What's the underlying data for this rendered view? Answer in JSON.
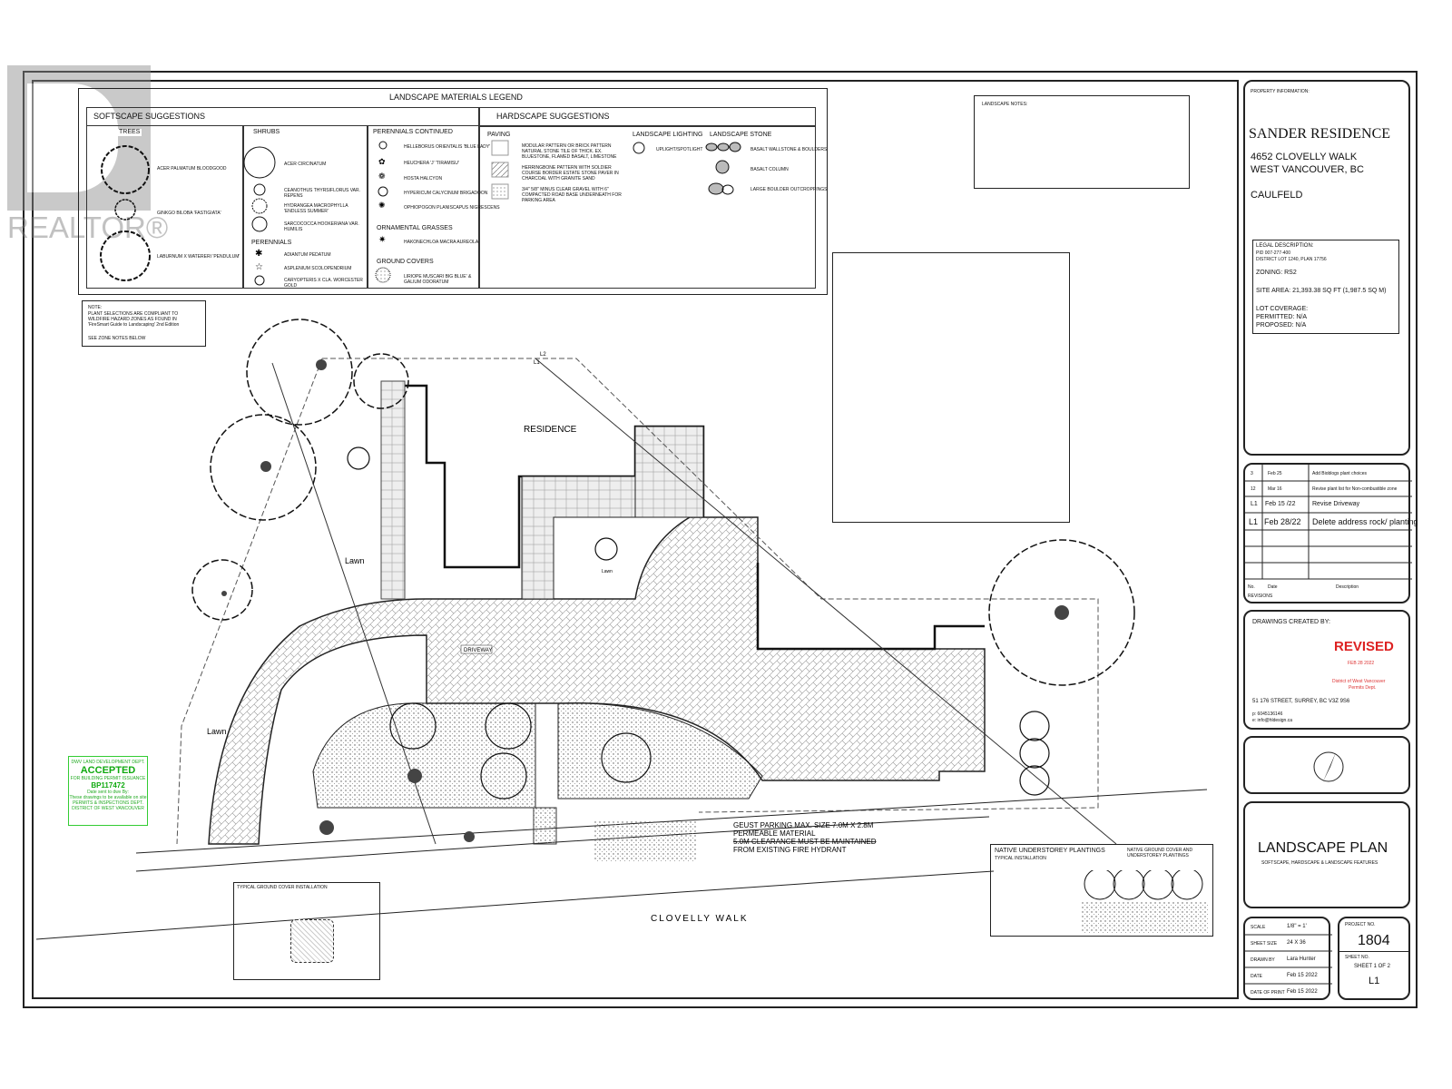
{
  "watermark": "REALTOR®",
  "legend": {
    "title": "LANDSCAPE MATERIALS LEGEND",
    "softscape": "SOFTSCAPE SUGGESTIONS",
    "trees_header": "TREES",
    "trees": [
      "ACER PALMATUM BLOODGOOD",
      "GINKGO BILOBA 'FASTIGIATA'",
      "LABURNUM X WATERERI 'PENDULUM'"
    ],
    "shrubs_header": "SHRUBS",
    "shrubs": [
      "ACER CIRCINATUM",
      "CEANOTHUS THYRSIFLORUS VAR. REPENS",
      "HYDRANGEA MACROPHYLLA 'ENDLESS SUMMER'",
      "SARCOCOCCA HOOKERIANA VAR. HUMILIS"
    ],
    "perennials_header": "PERENNIALS",
    "perennials": [
      "ADIANTUM PEDATUM",
      "ASPLENIUM SCOLOPENDRIUM",
      "CARYOPTERIS X CLA. WORCESTER GOLD"
    ],
    "perennials2_header": "PERENNIALS continued",
    "perennials2": [
      "HELLEBORUS ORIENTALIS 'BLUE LADY'",
      "HEUCHERA 'J' 'TIRAMISU'",
      "HOSTA HALCYON",
      "HYPERICUM CALYCINUM BRIGADOON",
      "OPHIOPOGON PLANISCAPUS NIGRESCENS"
    ],
    "grasses_header": "ORNAMENTAL GRASSES",
    "grasses": [
      "HAKONECHLOA MACRA AUREOLA"
    ],
    "groundcovers_header": "GROUND COVERS",
    "groundcovers": [
      "LIRIOPE MUSCARI BIG BLUE' & GALIUM ODORATUM"
    ],
    "hardscape": "HARDSCAPE SUGGESTIONS",
    "paving_header": "PAVING",
    "paving": [
      "MODULAR PATTERN OR BRICK PATTERN NATURAL STONE TILE OF THICK. EX. BLUESTONE, FLAMED BASALT, LIMESTONE",
      "HERRINGBONE PATTERN WITH SOLDIER COURSE BORDER ESTATE STONE PAVER IN CHARCOAL WITH GRANITE SAND",
      "3/4\" 5/8\" MINUS CLEAR GRAVEL WITH 6\" COMPACTED ROAD BASE UNDERNEATH FOR PARKING AREA"
    ],
    "lighting_header": "LANDSCAPE LIGHTING",
    "lighting": [
      "UPLIGHT/SPOTLIGHT"
    ],
    "stone_header": "LANDSCAPE STONE",
    "stone": [
      "BASALT WALLSTONE & BOULDERS",
      "BASALT COLUMN",
      "LARGE BOULDER OUTCROPPINGS"
    ]
  },
  "landscape_notes": "LANDSCAPE NOTES:",
  "note": [
    "NOTE:",
    "PLANT SELECTIONS ARE COMPLIANT TO",
    "WILDFIRE HAZARD ZONES AS FOUND IN",
    "'FireSmart Guide to Landscaping' 2nd Edition",
    "SEE ZONE NOTES BELOW"
  ],
  "plan": {
    "residence": "RESIDENCE",
    "lawn1": "Lawn",
    "lawn2": "Lawn",
    "lawn3": "Lawn",
    "driveway": "DRIVEWAY",
    "street": "CLOVELLY WALK",
    "l1": "L1",
    "l2": "L2",
    "parking": [
      "GEUST PARKING MAX. SIZE 7.0M X 2.8M",
      "PERMEABLE MATERIAL",
      "5.0M CLEARANCE MUST BE MAINTAINED",
      "FROM EXISTING FIRE HYDRANT"
    ],
    "native_title": "NATIVE UNDERSTOREY PLANTINGS",
    "native_sub": "TYPICAL INSTALLATION",
    "native_callout": "NATIVE GROUND COVER AND UNDERSTOREY PLANTINGS",
    "groundcover_title": "TYPICAL GROUND COVER INSTALLATION"
  },
  "stamp": {
    "dept": "DWV LAND DEVELOPMENT DEPT.",
    "status": "ACCEPTED",
    "purpose": "FOR BUILDING PERMIT ISSUANCE",
    "permit": "BP117472",
    "line1": "Date sent to dwv  By:",
    "line2": "These drawings to be available on site",
    "line3": "PERMITS & INSPECTIONS DEPT.",
    "line4": "DISTRICT OF WEST VANCOUVER"
  },
  "title_block": {
    "property_label": "PROPERTY INFORMATION:",
    "name": "SANDER RESIDENCE",
    "address1": "4652 CLOVELLY WALK",
    "address2": "WEST VANCOUVER, BC",
    "area": "CAULFELD",
    "legal_label": "LEGAL DESCRIPTION:",
    "pid": "PID 007-277-400",
    "lot": "DISTRICT LOT 1240, PLAN 17756",
    "zoning": "ZONING:  RS2",
    "site_area": "SITE AREA: 21,393.38 SQ FT (1,987.5 SQ M)",
    "coverage": "LOT COVERAGE:",
    "permitted": "PERMITTED: N/A",
    "proposed": "PROPOSED: N/A",
    "revisions": [
      {
        "no": "3",
        "date": "Feb 25",
        "desc": "Add Bioblogs plant choices"
      },
      {
        "no": "12",
        "date": "Mar 16",
        "desc": "Revise plant list for Non-combustible zone"
      },
      {
        "no": "L1",
        "date": "Feb 15 /22",
        "desc": "Revise Driveway"
      },
      {
        "no": "L1",
        "date": "Feb 28/22",
        "desc": "Delete address rock/ planting"
      }
    ],
    "rev_no": "No.",
    "rev_date": "Date",
    "rev_desc": "Description",
    "revisions_label": "REVISIONS",
    "created_label": "DRAWINGS CREATED BY:",
    "revised": "REVISED",
    "revised_date": "FEB 28 2022",
    "revised_by1": "District of West Vancouver",
    "revised_by2": "Permits Dept.",
    "office": "51 176 STREET, SURREY, BC V3Z 9S6",
    "phone": "p: 6045136146",
    "email": "e: info@hldesign.ca",
    "sheet_title": "LANDSCAPE PLAN",
    "sheet_sub": "SOFTSCAPE, HARDSCAPE & LANDSCAPE FEATURES",
    "scale_label": "SCALE",
    "scale": "1/8\" = 1'",
    "size_label": "SHEET SIZE",
    "size": "24 X 36",
    "drawn_label": "DRAWN BY",
    "drawn": "Lara Hunter",
    "date_label": "DATE",
    "date": "Feb 15 2022",
    "print_label": "DATE OF PRINT",
    "print": "Feb 15 2022",
    "project_label": "PROJECT NO.",
    "project": "1804",
    "sheet_label": "SHEET NO.",
    "sheet": "SHEET 1 OF 2",
    "sheet_code": "L1"
  }
}
